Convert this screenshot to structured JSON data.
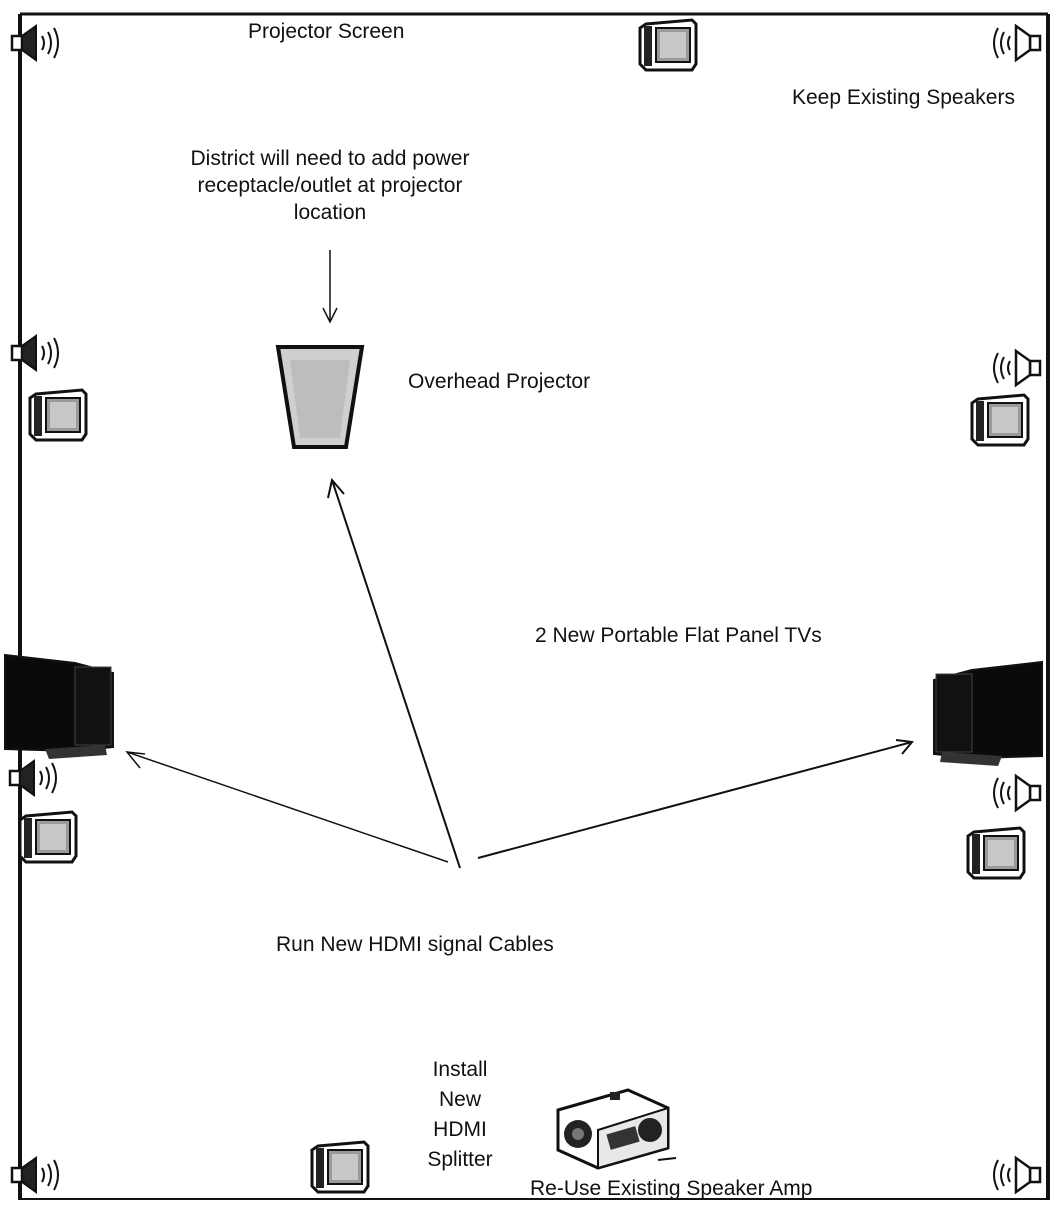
{
  "labels": {
    "projector_screen": "Projector Screen",
    "keep_speakers": "Keep Existing Speakers",
    "power_note": [
      "District will need to add power",
      "receptacle/outlet at projector",
      "location"
    ],
    "overhead_projector": "Overhead Projector",
    "flat_panel_tvs": "2 New Portable Flat Panel TVs",
    "hdmi_cables": "Run New HDMI signal Cables",
    "hdmi_splitter": [
      "Install",
      "New",
      "HDMI",
      "Splitter"
    ],
    "speaker_amp": "Re-Use Existing Speaker Amp"
  },
  "icons": {
    "speaker": "speaker-icon",
    "crt_monitor": "crt-monitor-icon",
    "flat_panel_tv": "flat-panel-tv-icon",
    "projector": "overhead-projector-icon",
    "amplifier": "speaker-amp-icon"
  },
  "colors": {
    "line": "#111111",
    "tv_fill": "#0a0a0a",
    "projector_fill": "#cfcfcf"
  }
}
